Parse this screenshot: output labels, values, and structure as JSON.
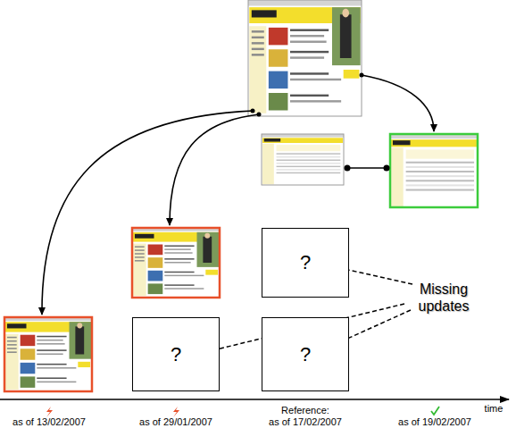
{
  "diagram": {
    "nodes": [
      {
        "text": [
          "?"
        ]
      },
      {
        "text": [
          "?"
        ]
      },
      {
        "text": [
          "?"
        ]
      }
    ],
    "labels": [
      "Missing updates",
      "as of 13/02/2007",
      "as of 29/01/2007",
      "Reference:",
      "as of 17/02/2007",
      "as of 19/02/2007",
      "time"
    ]
  }
}
